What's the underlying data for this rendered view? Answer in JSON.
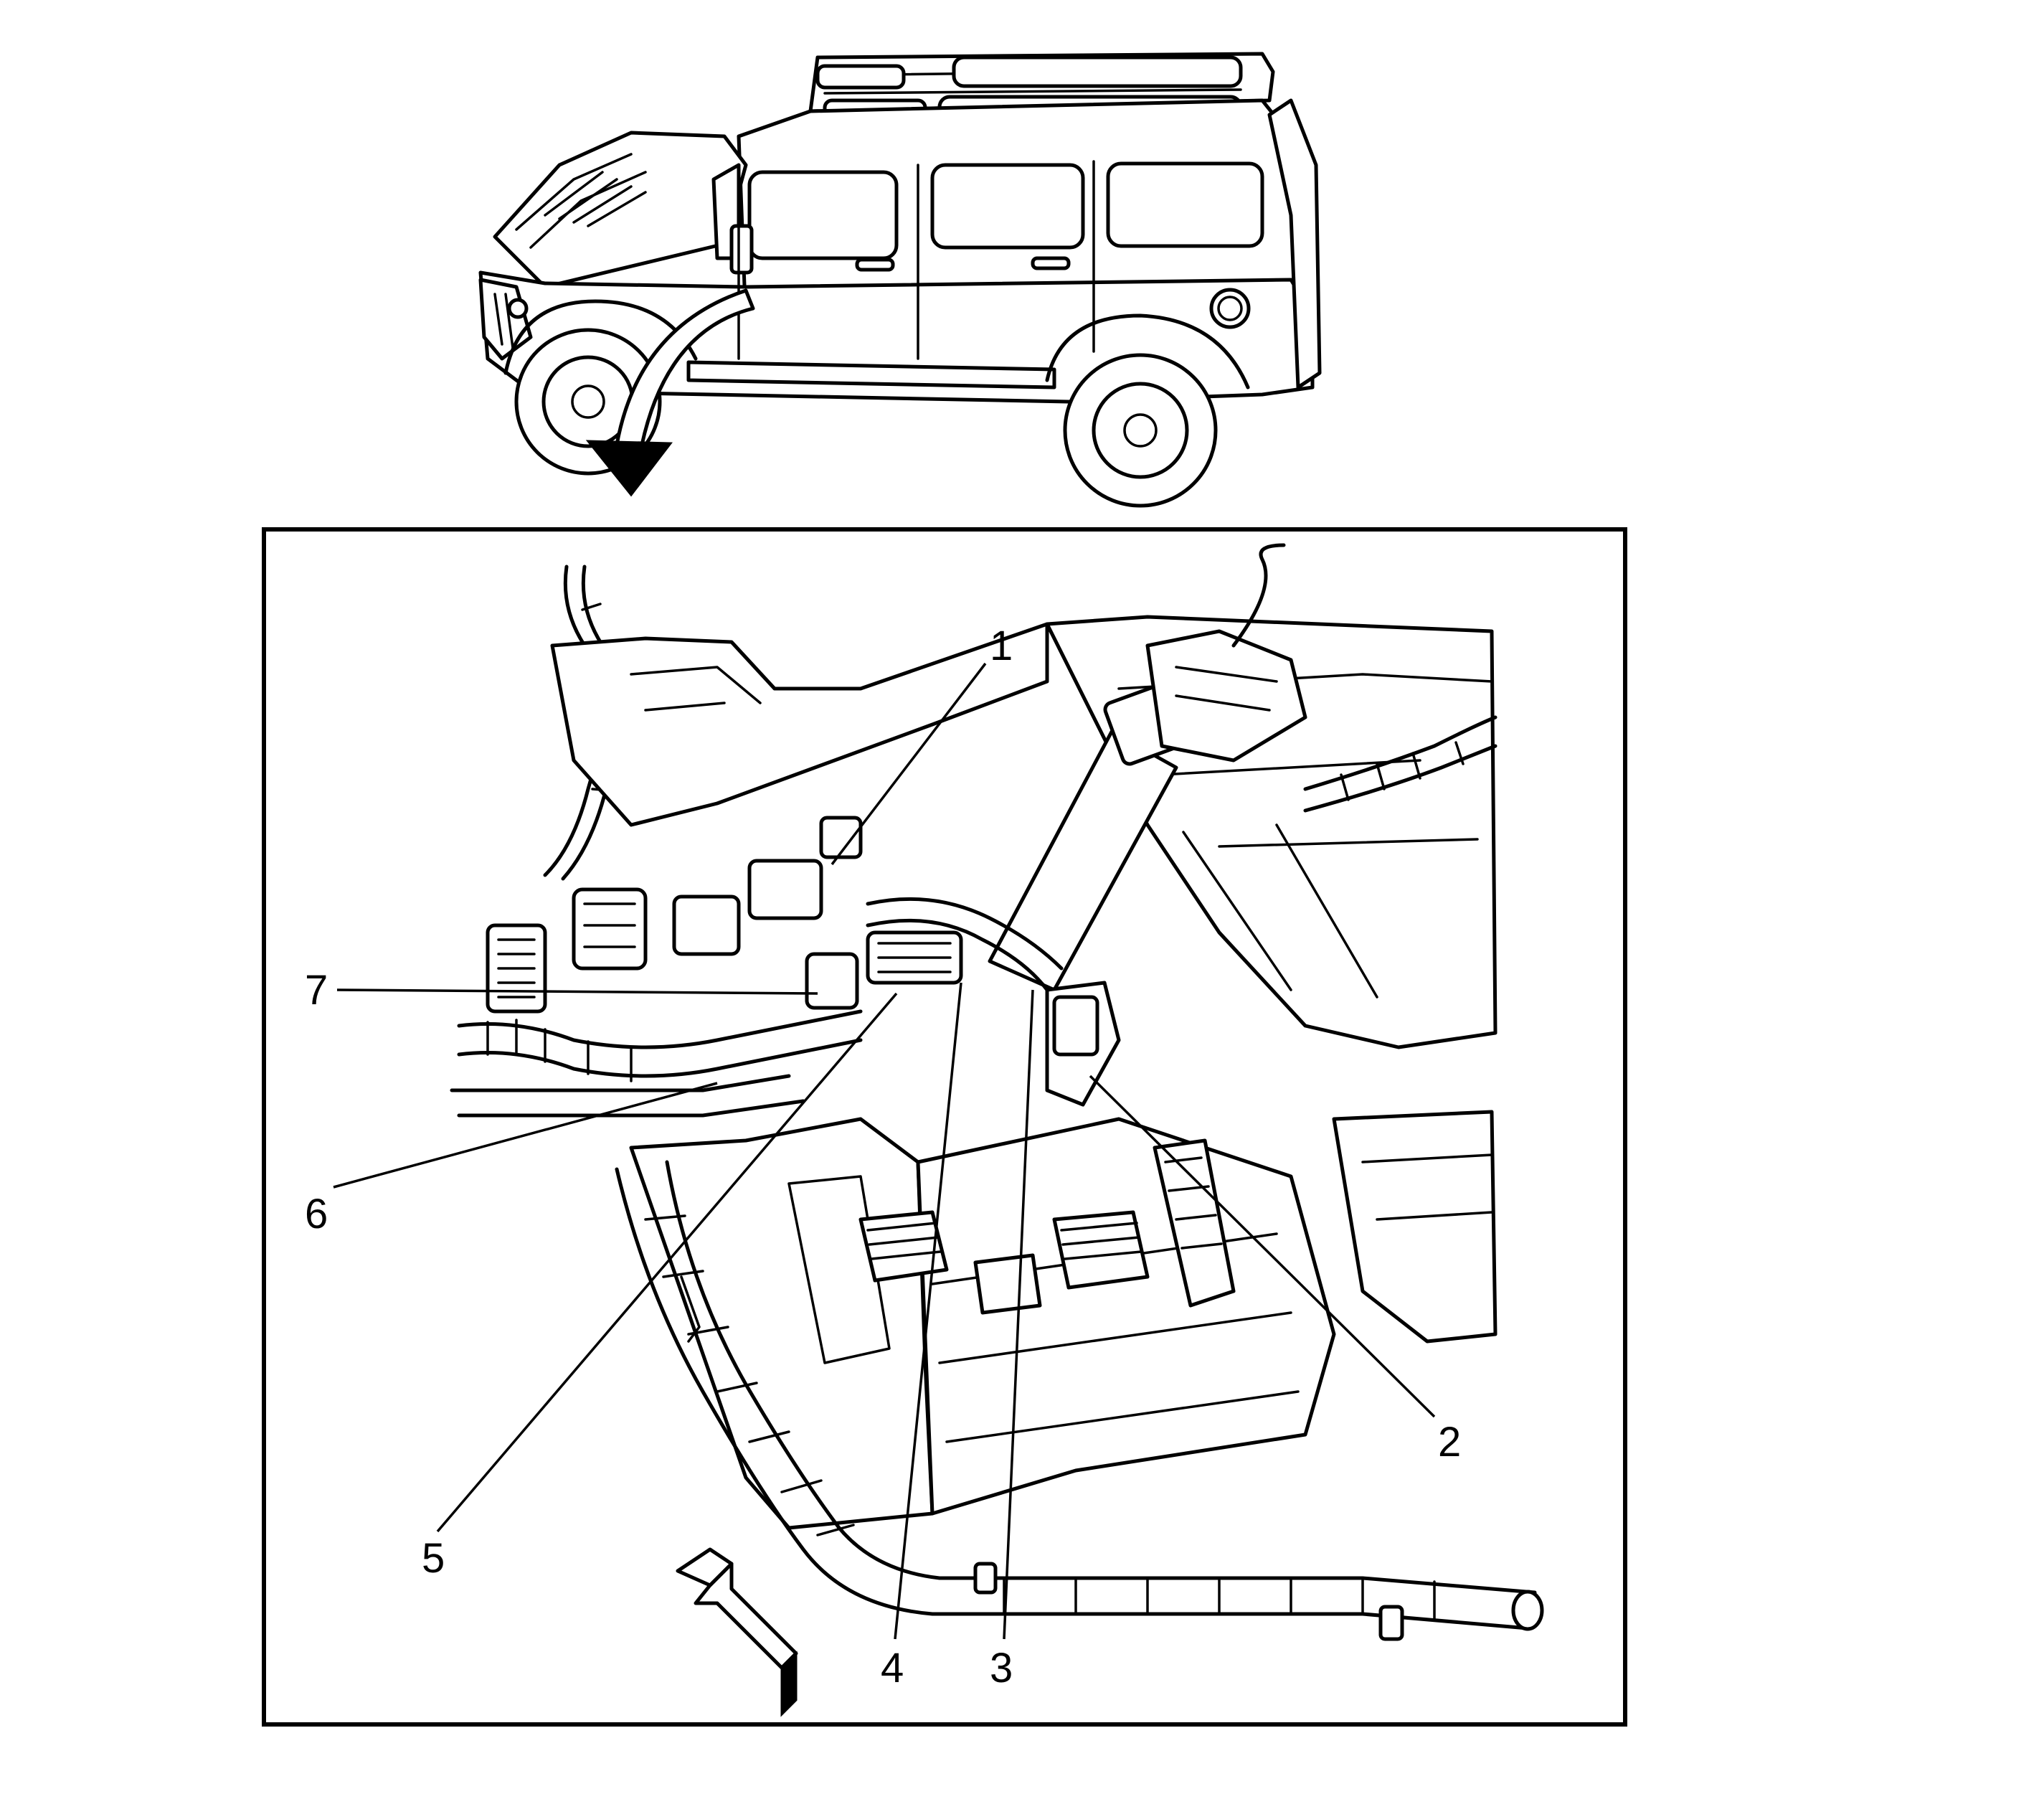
{
  "callouts": [
    {
      "number": "1"
    },
    {
      "number": "2"
    },
    {
      "number": "3"
    },
    {
      "number": "4"
    },
    {
      "number": "5"
    },
    {
      "number": "6"
    },
    {
      "number": "7"
    }
  ],
  "icons": {
    "vehicle": "suv-side-view-icon",
    "locator_arrow": "curved-arrow-icon",
    "direction_arrow": "forward-arrow-icon"
  },
  "colors": {
    "line": "#000000",
    "background": "#ffffff"
  }
}
